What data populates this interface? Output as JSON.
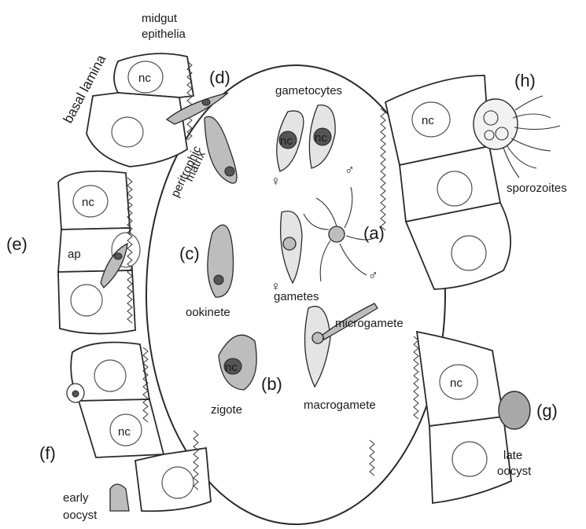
{
  "labels": {
    "midgut_epithelia_1": "midgut",
    "midgut_epithelia_2": "epithelia",
    "basal_lamina": "basal lamina",
    "peritrophic_matrix_1": "peritrophic",
    "peritrophic_matrix_2": "matrix",
    "gametocytes": "gametocytes",
    "gametes": "gametes",
    "microgamete": "microgamete",
    "macrogamete": "macrogamete",
    "zigote": "zigote",
    "ookinete": "ookinete",
    "sporozoites": "sporozoites",
    "late_oocyst_1": "late",
    "late_oocyst_2": "oocyst",
    "early_oocyst_1": "early",
    "early_oocyst_2": "oocyst",
    "ap": "ap",
    "nc": "nc",
    "female_symbol": "♀",
    "male_symbol": "♂"
  },
  "stages": {
    "a": "(a)",
    "b": "(b)",
    "c": "(c)",
    "d": "(d)",
    "e": "(e)",
    "f": "(f)",
    "g": "(g)",
    "h": "(h)"
  }
}
